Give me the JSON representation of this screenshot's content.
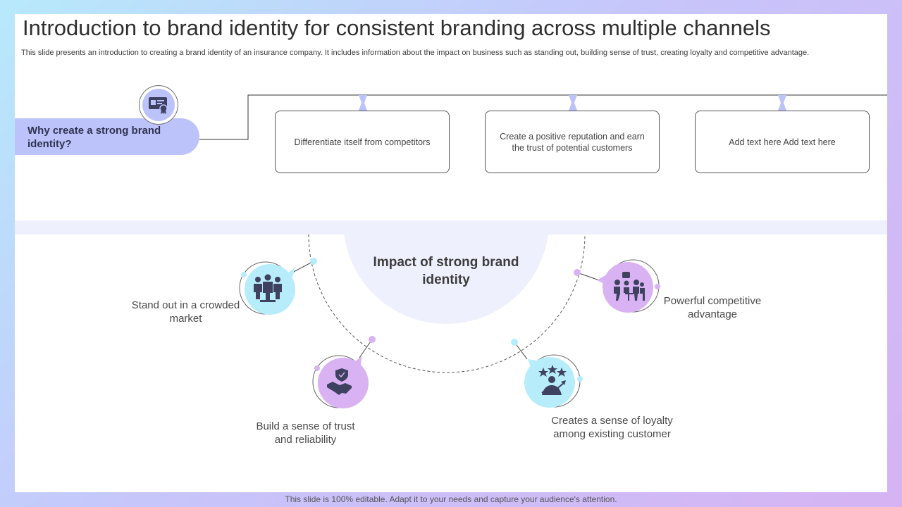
{
  "title": "Introduction to brand identity for consistent branding across multiple channels",
  "subtitle": "This slide presents an introduction to creating a brand identity of an insurance company. It includes information about the impact on business such as standing out, building sense of trust, creating loyalty and competitive advantage.",
  "why": {
    "label": "Why create a strong brand identity?",
    "icon": "id-card-icon"
  },
  "boxes": [
    {
      "text": "Differentiate  itself from competitors"
    },
    {
      "text": "Create  a positive  reputation  and earn  the  trust  of potential  customers"
    },
    {
      "text": "Add text here Add text here"
    }
  ],
  "center": {
    "label": "Impact of strong brand identity"
  },
  "impacts": [
    {
      "label": "Stand out in a crowded market",
      "icon": "team-standing-icon"
    },
    {
      "label": "Build a sense of trust and reliability",
      "icon": "handshake-shield-icon"
    },
    {
      "label": "Creates a sense of loyalty among existing customer",
      "icon": "stars-growth-icon"
    },
    {
      "label": "Powerful competitive advantage",
      "icon": "meeting-people-icon"
    }
  ],
  "colors": {
    "lavender": "#bcc3fb",
    "cyan": "#b7ecfb",
    "purple": "#d9b2f3",
    "pale": "#eef0fd"
  },
  "footer": "This slide is 100% editable. Adapt it to your needs and capture your audience's attention."
}
